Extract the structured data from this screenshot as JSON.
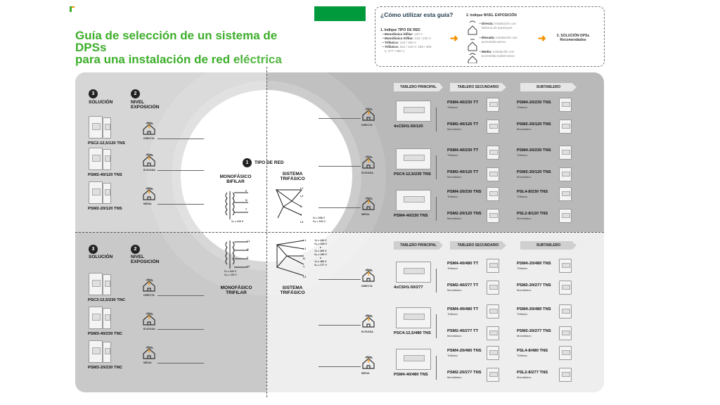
{
  "colors": {
    "brand_green": "#3dae2b",
    "dark_green": "#009a3d",
    "orange": "#f39200"
  },
  "title_line1": "Guía de selección de un sistema de DPSs",
  "title_line2": "para una instalación de red eléctrica",
  "guide": {
    "question": "¿Cómo utilizar esta guía?",
    "step1_title": "1. Indique TIPO DE RED",
    "step1_items": [
      {
        "k": "Monofásico bifilar:",
        "v": "120 V"
      },
      {
        "k": "Monofásico trifilar:",
        "v": "120 / 240 V"
      },
      {
        "k": "Trifásico:",
        "v": "120 / 208 V"
      },
      {
        "k": "Trifásico:",
        "v": "254 / 440 V, 266 / 460"
      },
      {
        "k": "",
        "v": "V, 277 / 480 V"
      }
    ],
    "step2_title": "2. Indique NIVEL EXPOSICIÓN",
    "step2_items": [
      {
        "k": "Directa:",
        "v": "Instalación con",
        "v2": "sistema de pararayos"
      },
      {
        "k": "Elevada:",
        "v": "Instalación con",
        "v2": "acometida aerea"
      },
      {
        "k": "Media:",
        "v": "Instalación con",
        "v2": "acometida subterranea"
      }
    ],
    "step3_title": "3. SOLUCIÓN DPSs",
    "step3_sub": "Recomendados"
  },
  "left": {
    "solucion_num": "3",
    "solucion": "SOLUCIÓN",
    "nivel_num": "2",
    "nivel_1": "NIVEL",
    "nivel_2": "EXPOSICIÓN",
    "top_devices": [
      "PSC2-12,5/120 TNS",
      "PSM2-40/120 TNS",
      "PSM2-20/120 TNS"
    ],
    "bot_devices": [
      "PSC3-12,5/230 TNC",
      "PSM3-40/230 TNC",
      "PSM3-20/230 TNC"
    ],
    "exposures": [
      "DIRECTA",
      "ELEVADA",
      "MEDIA"
    ]
  },
  "center": {
    "num": "1",
    "tipo_red": "TIPO DE RED",
    "mono_bifilar_1": "MONOFÁSICO",
    "mono_bifilar_2": "BIFILAR",
    "sistema_tri_1": "SISTEMA",
    "sistema_tri_2": "TRIFÁSICO",
    "mono_trifilar_1": "MONOFÁSICO",
    "mono_trifilar_2": "TRIFILAR",
    "sistema_tri2_1": "SISTEMA",
    "sistema_tri2_2": "TRIFÁSICO",
    "v_bifilar": "Vₙ = 120 V",
    "v_tri1": [
      "Vₗₗ = 208 V",
      "Vₗₙ = 120 V"
    ],
    "v_trifilar": [
      "Vₗₗ = 240 V",
      "Vₗₙ = 120 V"
    ],
    "v_tri2": [
      "Vₗₗ = 440 V",
      "Vₗₙ = 254 V",
      "o",
      "Vₗₗ = 460 V",
      "Vₗₙ = 266 V",
      "o",
      "Vₗₗ = 480 V",
      "Vₗₙ = 277 V"
    ],
    "terminals_bifilar": [
      "F",
      "N",
      "T"
    ],
    "terminals_tri1": [
      "L1",
      "L2",
      "N",
      "T",
      "L3"
    ],
    "terminals_trifilar": [
      "L1",
      "N",
      "T",
      "L2"
    ],
    "terminals_tri2": [
      "L1",
      "L2",
      "N",
      "T",
      "L3"
    ]
  },
  "right_top": {
    "tabs": [
      "TABLERO PRINCIPAL",
      "TABLERO SECUNDARIO",
      "SUBTABLERO"
    ],
    "rows": [
      {
        "exposure": "DIRECTA",
        "main": "4xCSH1-50/120",
        "sec": [
          [
            "PSM4-40/230 TT",
            "Trifásico"
          ],
          [
            "PSM2-40/120 TT",
            "Monofásico"
          ]
        ],
        "sub": [
          [
            "PSM4-20/230 TNS",
            "Trifásico"
          ],
          [
            "PSM2-20/120 TNS",
            "Monofásico"
          ]
        ]
      },
      {
        "exposure": "ELEVADA",
        "main": "PSC4-12,5/230 TNS",
        "sec": [
          [
            "PSM4-40/230 TT",
            "Trifásico"
          ],
          [
            "PSM2-40/120 TT",
            "Monofásico"
          ]
        ],
        "sub": [
          [
            "PSM4-20/230 TNS",
            "Trifásico"
          ],
          [
            "PSM2-20/120 TNS",
            "Monofásico"
          ]
        ]
      },
      {
        "exposure": "MEDIA",
        "main": "PSM4-40/230 TNS",
        "sec": [
          [
            "PSM4-20/230 TNS",
            "Trifásico"
          ],
          [
            "PSM2-20/120 TNS",
            "Monofásico"
          ]
        ],
        "sub": [
          [
            "PSL4-8/230 TNS",
            "Trifásico"
          ],
          [
            "PSL2-8/120 TNS",
            "Monofásico"
          ]
        ]
      }
    ]
  },
  "right_bot": {
    "tabs": [
      "TABLERO PRINCIPAL",
      "TABLERO SECUNDARIO",
      "SUBTABLERO"
    ],
    "rows": [
      {
        "exposure": "DIRECTA",
        "main": "4xCSH1-50/277",
        "sec": [
          [
            "PSM4-40/480 TT",
            "Trifásico"
          ],
          [
            "PSM2-40/277 TT",
            "Monofásico"
          ]
        ],
        "sub": [
          [
            "PSM4-20/480 TNS",
            "Trifásico"
          ],
          [
            "PSM2-20/277 TNS",
            "Monofásico"
          ]
        ]
      },
      {
        "exposure": "ELEVADA",
        "main": "PSC4-12,5/480 TNS",
        "sec": [
          [
            "PSM4-40/480 TT",
            "Trifásico"
          ],
          [
            "PSM2-40/277 TT",
            "Monofásico"
          ]
        ],
        "sub": [
          [
            "PSM4-20/480 TNS",
            "Trifásico"
          ],
          [
            "PSM2-20/277 TNS",
            "Monofásico"
          ]
        ]
      },
      {
        "exposure": "MEDIA",
        "main": "PSM4-40/480 TNS",
        "sec": [
          [
            "PSM4-20/480 TNS",
            "Trifásico"
          ],
          [
            "PSM2-20/277 TNS",
            "Monofásico"
          ]
        ],
        "sub": [
          [
            "PSL4-8/480 TNS",
            "Trifásico"
          ],
          [
            "PSL2-8/277 TNS",
            "Monofásico"
          ]
        ]
      }
    ]
  }
}
